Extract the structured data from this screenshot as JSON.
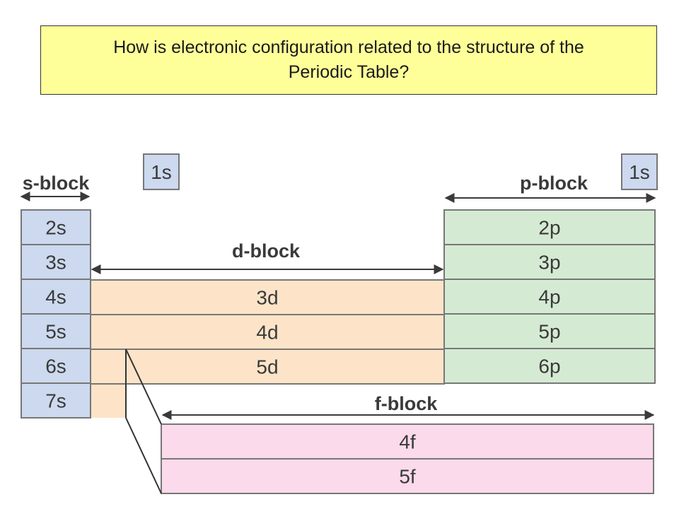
{
  "title": "How is electronic configuration related to the structure of the Periodic Table?",
  "colors": {
    "s_block": "#ccd9ee",
    "d_block": "#fde4c8",
    "p_block": "#d5ead3",
    "f_block": "#fadaeb",
    "outline": "#777777",
    "text": "#3a3a3a",
    "question_bg": "#ffff99"
  },
  "blocks": {
    "s": {
      "label": "s-block",
      "cells": [
        "2s",
        "3s",
        "4s",
        "5s",
        "6s",
        "7s"
      ]
    },
    "d": {
      "label": "d-block",
      "cells": [
        "3d",
        "4d",
        "5d"
      ]
    },
    "p": {
      "label": "p-block",
      "cells": [
        "2p",
        "3p",
        "4p",
        "5p",
        "6p"
      ]
    },
    "f": {
      "label": "f-block",
      "cells": [
        "4f",
        "5f"
      ]
    },
    "hydrogen": {
      "left": "1s",
      "right": "1s"
    }
  }
}
